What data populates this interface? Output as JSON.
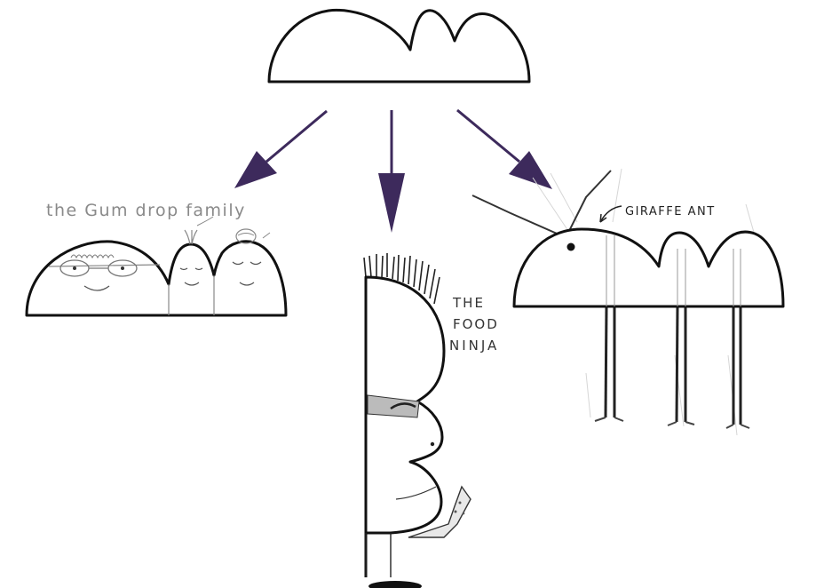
{
  "colors": {
    "arrow": "#3d2a5c",
    "outline": "#111111",
    "pencil": "#888888",
    "background": "#ffffff"
  },
  "captions": {
    "gum_drop": "the Gum drop family",
    "food_ninja_line1": "THE",
    "food_ninja_line2": "FOOD",
    "food_ninja_line3": "NINJA",
    "giraffe_ant": "GIRAFFE ANT"
  }
}
